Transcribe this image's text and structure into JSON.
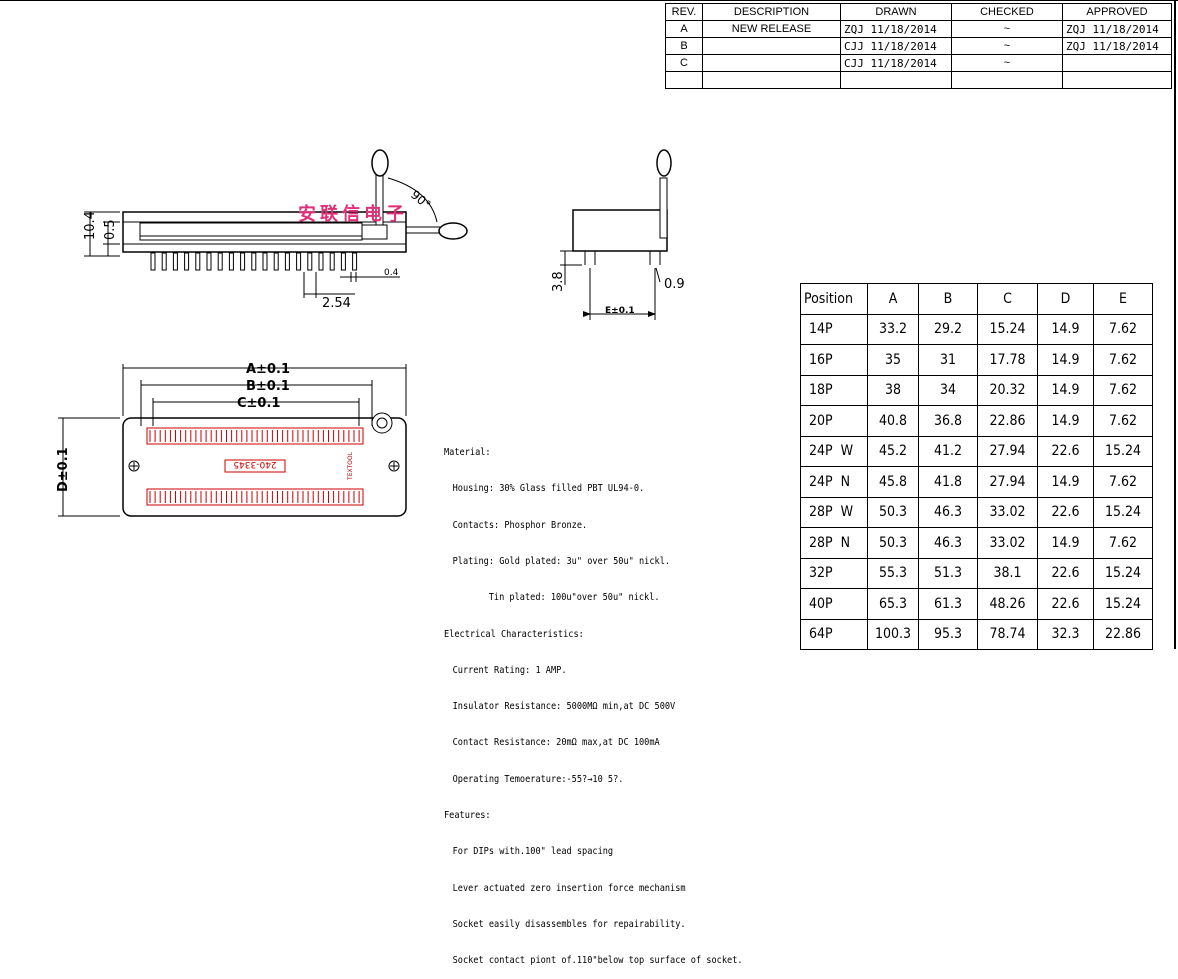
{
  "revision_table": {
    "headers": [
      "REV.",
      "DESCRIPTION",
      "DRAWN",
      "CHECKED",
      "APPROVED"
    ],
    "rows": [
      {
        "rev": "A",
        "description": "NEW RELEASE",
        "drawn": "ZQJ 11/18/2014",
        "checked": "~",
        "approved": "ZQJ 11/18/2014"
      },
      {
        "rev": "B",
        "description": "",
        "drawn": "CJJ 11/18/2014",
        "checked": "~",
        "approved": "ZQJ 11/18/2014"
      },
      {
        "rev": "C",
        "description": "",
        "drawn": "CJJ 11/18/2014",
        "checked": "~",
        "approved": ""
      },
      {
        "rev": "",
        "description": "",
        "drawn": "",
        "checked": "",
        "approved": ""
      }
    ]
  },
  "watermark": "安联信电子",
  "drawing": {
    "front": {
      "dim_height": "10.4",
      "dim_offset": "0.5",
      "dim_pin_width": "0.4",
      "dim_pitch": "2.54",
      "lever_angle": "90°"
    },
    "side": {
      "dim_pin_length": "3.8",
      "dim_pin_width": "0.9",
      "dim_width": "E±0.1"
    },
    "top": {
      "dim_a": "A±0.1",
      "dim_b": "B±0.1",
      "dim_c": "C±0.1",
      "dim_d": "D±0.1",
      "part_label": "240-3345",
      "brand_label": "TEXTOOL"
    }
  },
  "specs": {
    "material_heading": "Material:",
    "housing": "Housing: 30% Glass filled PBT UL94-0.",
    "contacts": "Contacts: Phosphor Bronze.",
    "plating_gold": "Plating: Gold plated: 3u\" over 50u\" nickl.",
    "plating_tin": "Tin plated: 100u\"over 50u\" nickl.",
    "electrical_heading": "Electrical Characteristics:",
    "current": "Current Rating: 1 AMP.",
    "insulator": "Insulator Resistance: 5000MΩ min,at DC 500V",
    "contact_res": "Contact Resistance: 20mΩ max,at DC 100mA",
    "operating": "Operating Temoerature:-55?→10 5?.",
    "features_heading": "Features:",
    "feature_1": "For DIPs with.100\" lead spacing",
    "feature_2": "Lever actuated zero insertion force mechanism",
    "feature_3": "Socket easily disassembles for repairability.",
    "feature_4": "Socket contact piont of.110\"below top surface of socket."
  },
  "dimension_table": {
    "headers": [
      "Position",
      "A",
      "B",
      "C",
      "D",
      "E"
    ],
    "rows": [
      [
        "14P",
        "33.2",
        "29.2",
        "15.24",
        "14.9",
        "7.62"
      ],
      [
        "16P",
        "35",
        "31",
        "17.78",
        "14.9",
        "7.62"
      ],
      [
        "18P",
        "38",
        "34",
        "20.32",
        "14.9",
        "7.62"
      ],
      [
        "20P",
        "40.8",
        "36.8",
        "22.86",
        "14.9",
        "7.62"
      ],
      [
        "24P  W",
        "45.2",
        "41.2",
        "27.94",
        "22.6",
        "15.24"
      ],
      [
        "24P  N",
        "45.8",
        "41.8",
        "27.94",
        "14.9",
        "7.62"
      ],
      [
        "28P  W",
        "50.3",
        "46.3",
        "33.02",
        "22.6",
        "15.24"
      ],
      [
        "28P  N",
        "50.3",
        "46.3",
        "33.02",
        "14.9",
        "7.62"
      ],
      [
        "32P",
        "55.3",
        "51.3",
        "38.1",
        "22.6",
        "15.24"
      ],
      [
        "40P",
        "65.3",
        "61.3",
        "48.26",
        "22.6",
        "15.24"
      ],
      [
        "64P",
        "100.3",
        "95.3",
        "78.74",
        "32.3",
        "22.86"
      ]
    ]
  }
}
